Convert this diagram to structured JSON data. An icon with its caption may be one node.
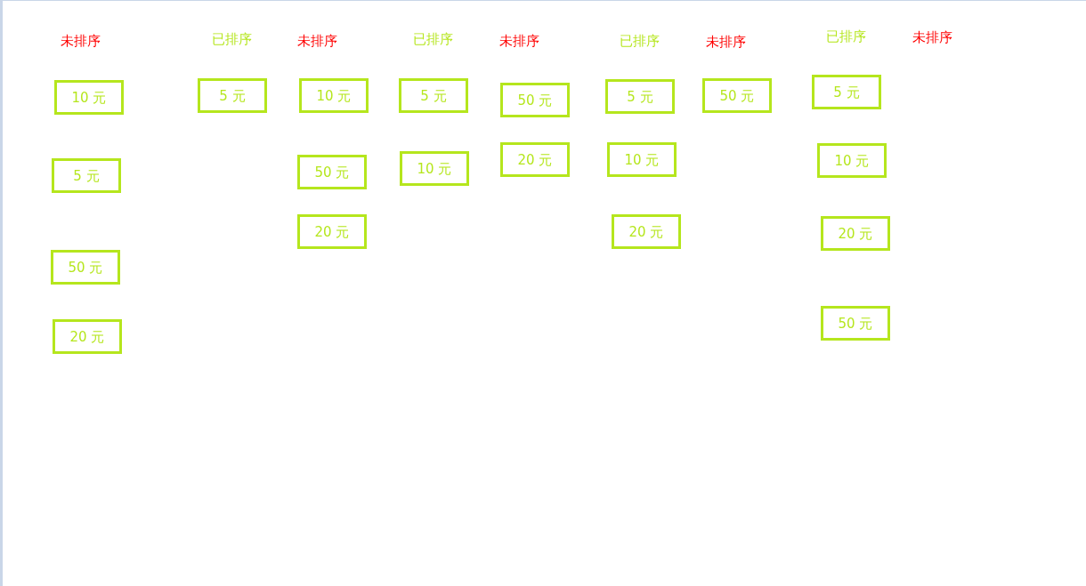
{
  "diagram": {
    "nodes": [
      {
        "text": [
          "10 元"
        ]
      },
      {
        "text": [
          "5 元"
        ]
      },
      {
        "text": [
          "50 元"
        ]
      },
      {
        "text": [
          "20 元"
        ]
      },
      {
        "text": [
          "5 元"
        ]
      },
      {
        "text": [
          "10 元"
        ]
      },
      {
        "text": [
          "50 元"
        ]
      },
      {
        "text": [
          "20 元"
        ]
      },
      {
        "text": [
          "5 元"
        ]
      },
      {
        "text": [
          "10 元"
        ]
      },
      {
        "text": [
          "50 元"
        ]
      },
      {
        "text": [
          "20 元"
        ]
      },
      {
        "text": [
          "5 元"
        ]
      },
      {
        "text": [
          "10 元"
        ]
      },
      {
        "text": [
          "20 元"
        ]
      },
      {
        "text": [
          "50 元"
        ]
      },
      {
        "text": [
          "5 元"
        ]
      },
      {
        "text": [
          "10 元"
        ]
      },
      {
        "text": [
          "20 元"
        ]
      },
      {
        "text": [
          "50 元"
        ]
      }
    ],
    "labels": [
      "未排序",
      "已排序",
      "未排序",
      "已排序",
      "未排序",
      "已排序",
      "未排序",
      "已排序",
      "未排序"
    ]
  }
}
